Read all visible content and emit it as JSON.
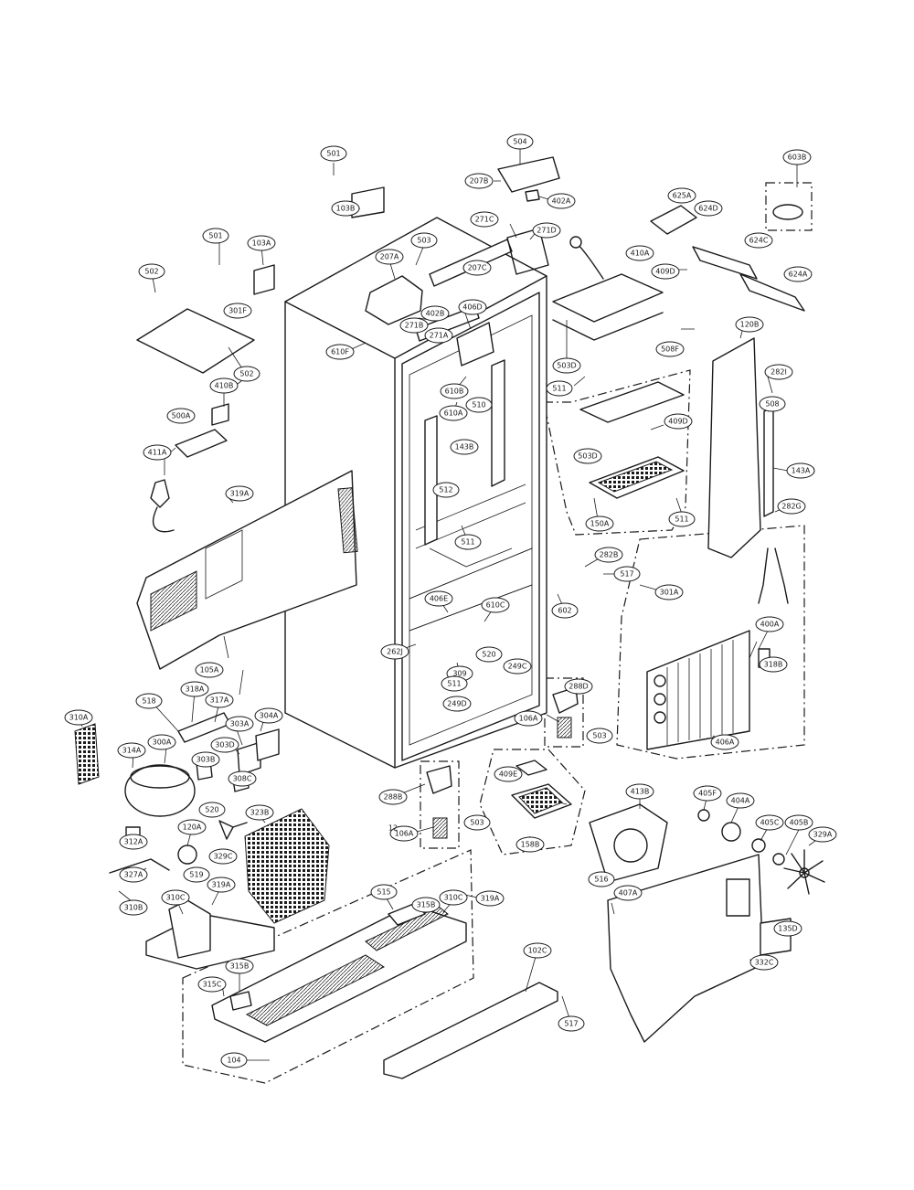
{
  "diagram": {
    "labels": [
      {
        "id": "p501a",
        "text": "501"
      },
      {
        "id": "p504",
        "text": "504"
      },
      {
        "id": "p207b",
        "text": "207B"
      },
      {
        "id": "p402a_top",
        "text": "402A"
      },
      {
        "id": "p603b",
        "text": "603B"
      },
      {
        "id": "p103b",
        "text": "103B"
      },
      {
        "id": "p271c",
        "text": "271C"
      },
      {
        "id": "p271d",
        "text": "271D"
      },
      {
        "id": "p625a",
        "text": "625A"
      },
      {
        "id": "p624d",
        "text": "624D"
      },
      {
        "id": "p501b",
        "text": "501"
      },
      {
        "id": "p103a",
        "text": "103A"
      },
      {
        "id": "p503",
        "text": "503"
      },
      {
        "id": "p207a",
        "text": "207A"
      },
      {
        "id": "p410a",
        "text": "410A"
      },
      {
        "id": "p624c",
        "text": "624C"
      },
      {
        "id": "p502",
        "text": "502"
      },
      {
        "id": "p301f",
        "text": "301F"
      },
      {
        "id": "p207c",
        "text": "207C"
      },
      {
        "id": "p409d_top",
        "text": "409D"
      },
      {
        "id": "p624a",
        "text": "624A"
      },
      {
        "id": "p402b",
        "text": "402B"
      },
      {
        "id": "p406d",
        "text": "406D"
      },
      {
        "id": "p271b",
        "text": "271B"
      },
      {
        "id": "p271a",
        "text": "271A"
      },
      {
        "id": "p610f",
        "text": "610F"
      },
      {
        "id": "p120b",
        "text": "120B"
      },
      {
        "id": "p503d_top",
        "text": "503D"
      },
      {
        "id": "p511_top",
        "text": "511"
      },
      {
        "id": "p508f",
        "text": "508F"
      },
      {
        "id": "p282i",
        "text": "282I"
      },
      {
        "id": "p610b",
        "text": "610B"
      },
      {
        "id": "p410b",
        "text": "410B"
      },
      {
        "id": "p502b",
        "text": "502"
      },
      {
        "id": "p610a",
        "text": "610A"
      },
      {
        "id": "p510",
        "text": "510"
      },
      {
        "id": "p508",
        "text": "508"
      },
      {
        "id": "p409d_mid",
        "text": "409D"
      },
      {
        "id": "p500a",
        "text": "500A"
      },
      {
        "id": "p143b",
        "text": "143B"
      },
      {
        "id": "p503d_mid",
        "text": "503D"
      },
      {
        "id": "p143a",
        "text": "143A"
      },
      {
        "id": "p411a",
        "text": "411A"
      },
      {
        "id": "p512",
        "text": "512"
      },
      {
        "id": "p319a",
        "text": "319A"
      },
      {
        "id": "p150a",
        "text": "150A"
      },
      {
        "id": "p511_r",
        "text": "511"
      },
      {
        "id": "p282g",
        "text": "282G"
      },
      {
        "id": "p511_mid",
        "text": "511"
      },
      {
        "id": "p282b",
        "text": "282B"
      },
      {
        "id": "p517",
        "text": "517"
      },
      {
        "id": "p301a",
        "text": "301A"
      },
      {
        "id": "p406e",
        "text": "406E"
      },
      {
        "id": "p610c",
        "text": "610C"
      },
      {
        "id": "p602",
        "text": "602"
      },
      {
        "id": "p400a",
        "text": "400A"
      },
      {
        "id": "p262j",
        "text": "262J"
      },
      {
        "id": "p520",
        "text": "520"
      },
      {
        "id": "p309",
        "text": "309"
      },
      {
        "id": "p249c",
        "text": "249C"
      },
      {
        "id": "p105a",
        "text": "105A"
      },
      {
        "id": "p318b",
        "text": "318B"
      },
      {
        "id": "p318a",
        "text": "318A"
      },
      {
        "id": "p518",
        "text": "518"
      },
      {
        "id": "p317a",
        "text": "317A"
      },
      {
        "id": "p511_low",
        "text": "511"
      },
      {
        "id": "p288d",
        "text": "288D"
      },
      {
        "id": "p249d",
        "text": "249D"
      },
      {
        "id": "p310a",
        "text": "310A"
      },
      {
        "id": "p304a",
        "text": "304A"
      },
      {
        "id": "p303a",
        "text": "303A"
      },
      {
        "id": "p300a",
        "text": "300A"
      },
      {
        "id": "p303d",
        "text": "303D"
      },
      {
        "id": "p314a",
        "text": "314A"
      },
      {
        "id": "p303b",
        "text": "303B"
      },
      {
        "id": "p308c",
        "text": "308C"
      },
      {
        "id": "p106a_r",
        "text": "106A"
      },
      {
        "id": "p503",
        "text": "503"
      },
      {
        "id": "p406a",
        "text": "406A"
      },
      {
        "id": "p409e",
        "text": "409E"
      },
      {
        "id": "p413b",
        "text": "413B"
      },
      {
        "id": "p405f",
        "text": "405F"
      },
      {
        "id": "p288b",
        "text": "288B"
      },
      {
        "id": "p503b",
        "text": "503"
      },
      {
        "id": "p520b",
        "text": "520"
      },
      {
        "id": "p323b",
        "text": "323B"
      },
      {
        "id": "p404a",
        "text": "404A"
      },
      {
        "id": "p405c",
        "text": "405C"
      },
      {
        "id": "p405b",
        "text": "405B"
      },
      {
        "id": "p106a_l",
        "text": "106A"
      },
      {
        "id": "p158b",
        "text": "158B"
      },
      {
        "id": "p120a",
        "text": "120A"
      },
      {
        "id": "p329a",
        "text": "329A"
      },
      {
        "id": "p312a",
        "text": "312A"
      },
      {
        "id": "p329c",
        "text": "329C"
      },
      {
        "id": "p327a",
        "text": "327A"
      },
      {
        "id": "p519",
        "text": "519"
      },
      {
        "id": "p319a_low",
        "text": "319A"
      },
      {
        "id": "p516",
        "text": "516"
      },
      {
        "id": "p407a",
        "text": "407A"
      },
      {
        "id": "p310b",
        "text": "310B"
      },
      {
        "id": "p310c",
        "text": "310C"
      },
      {
        "id": "p515",
        "text": "515"
      },
      {
        "id": "p315b",
        "text": "315B"
      },
      {
        "id": "p310c_r",
        "text": "310C"
      },
      {
        "id": "p319a_r",
        "text": "319A"
      },
      {
        "id": "p135d",
        "text": "135D"
      },
      {
        "id": "p102c",
        "text": "102C"
      },
      {
        "id": "p332c",
        "text": "332C"
      },
      {
        "id": "p315b_l",
        "text": "315B"
      },
      {
        "id": "p315c",
        "text": "315C"
      },
      {
        "id": "p517_low",
        "text": "517"
      },
      {
        "id": "p104",
        "text": "104"
      },
      {
        "id": "p12",
        "text": "12"
      }
    ]
  }
}
